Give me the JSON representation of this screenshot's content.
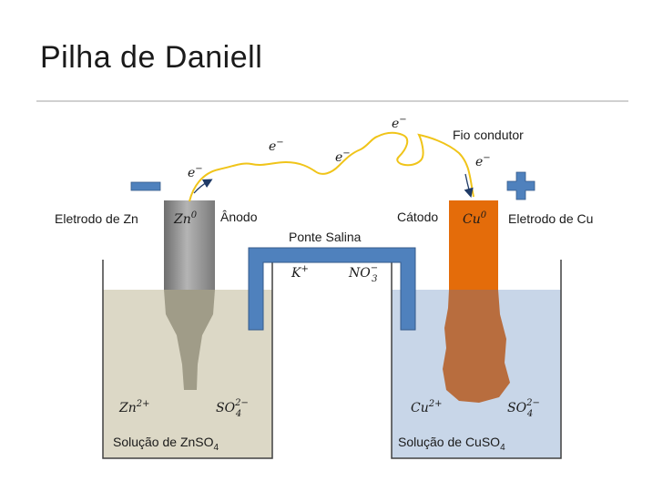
{
  "title": "Pilha de Daniell",
  "labels": {
    "zn_electrode": "Eletrodo de Zn",
    "cu_electrode": "Eletrodo de Cu",
    "anode": "Ânodo",
    "cathode": "Cátodo",
    "salt_bridge": "Ponte Salina",
    "wire": "Fio condutor",
    "zn_solution_pre": "Solução de ZnSO",
    "zn_solution_sub": "4",
    "cu_solution_pre": "Solução de CuSO",
    "cu_solution_sub": "4"
  },
  "species": {
    "electron_base": "e",
    "electron_sup": "−",
    "zn0_base": "Zn",
    "zn0_sup": "0",
    "cu0_base": "Cu",
    "cu0_sup": "0",
    "zn2_base": "Zn",
    "zn2_sup": "2+",
    "cu2_base": "Cu",
    "cu2_sup": "2+",
    "so4_base": "SO",
    "so4_sub": "4",
    "so4_sup": "2−",
    "k_base": "K",
    "k_sup": "+",
    "no3_base": "NO",
    "no3_sub": "3",
    "no3_sup": "−"
  },
  "colors": {
    "zn_solution": "#dcd8c6",
    "cu_solution": "#c8d6e8",
    "zn_electrode": "#9a9a9a",
    "cu_electrode": "#e46c0a",
    "copper_deposit": "#b86d3e",
    "salt_bridge": "#4f81bd",
    "wire": "#f0c419",
    "electrode_sign": "#4f81bd",
    "divider": "#a0a0a0"
  }
}
